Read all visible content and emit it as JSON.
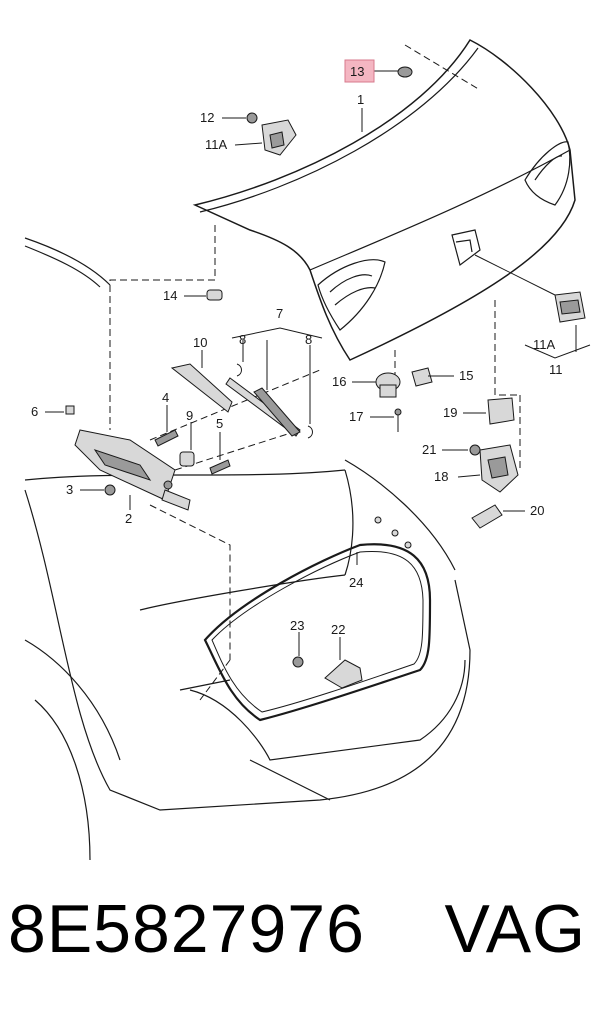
{
  "diagram": {
    "callouts": {
      "c1": "1",
      "c2": "2",
      "c3": "3",
      "c4": "4",
      "c5": "5",
      "c6": "6",
      "c7": "7",
      "c8a": "8",
      "c8b": "8",
      "c9": "9",
      "c10": "10",
      "c11": "11",
      "c11a_top": "11A",
      "c11a_right": "11A",
      "c12": "12",
      "c13": "13",
      "c14": "14",
      "c15": "15",
      "c16": "16",
      "c17": "17",
      "c18": "18",
      "c19": "19",
      "c20": "20",
      "c21": "21",
      "c22": "22",
      "c23": "23",
      "c24": "24"
    },
    "highlight_color": "#f4b6c2"
  },
  "footer": {
    "part_number": "8E5827976",
    "brand": "VAG"
  }
}
